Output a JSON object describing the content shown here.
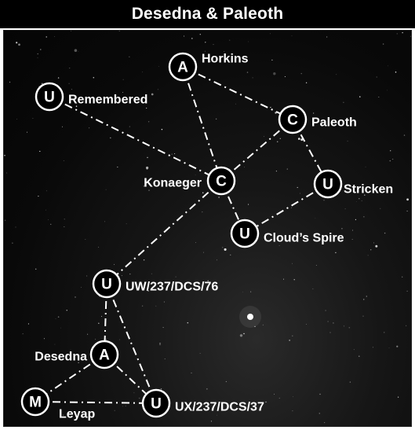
{
  "title": "Desedna & Paleoth",
  "map": {
    "systems": [
      {
        "id": "horkins",
        "name": "Horkins",
        "code": "A"
      },
      {
        "id": "remembered",
        "name": "Remembered",
        "code": "U"
      },
      {
        "id": "paleoth",
        "name": "Paleoth",
        "code": "C"
      },
      {
        "id": "konaeger",
        "name": "Konaeger",
        "code": "C"
      },
      {
        "id": "stricken",
        "name": "Stricken",
        "code": "U"
      },
      {
        "id": "clouds-spire",
        "name": "Cloud’s Spire",
        "code": "U"
      },
      {
        "id": "uw237",
        "name": "UW/237/DCS/76",
        "code": "U"
      },
      {
        "id": "desedna",
        "name": "Desedna",
        "code": "A"
      },
      {
        "id": "leyap",
        "name": "Leyap",
        "code": "M"
      },
      {
        "id": "ux237",
        "name": "UX/237/DCS/37",
        "code": "U"
      }
    ],
    "routes": [
      [
        "horkins",
        "paleoth"
      ],
      [
        "horkins",
        "konaeger"
      ],
      [
        "remembered",
        "konaeger"
      ],
      [
        "paleoth",
        "konaeger"
      ],
      [
        "paleoth",
        "stricken"
      ],
      [
        "konaeger",
        "clouds-spire"
      ],
      [
        "stricken",
        "clouds-spire"
      ],
      [
        "konaeger",
        "uw237"
      ],
      [
        "uw237",
        "desedna"
      ],
      [
        "uw237",
        "ux237"
      ],
      [
        "desedna",
        "leyap"
      ],
      [
        "desedna",
        "ux237"
      ],
      [
        "leyap",
        "ux237"
      ]
    ]
  }
}
